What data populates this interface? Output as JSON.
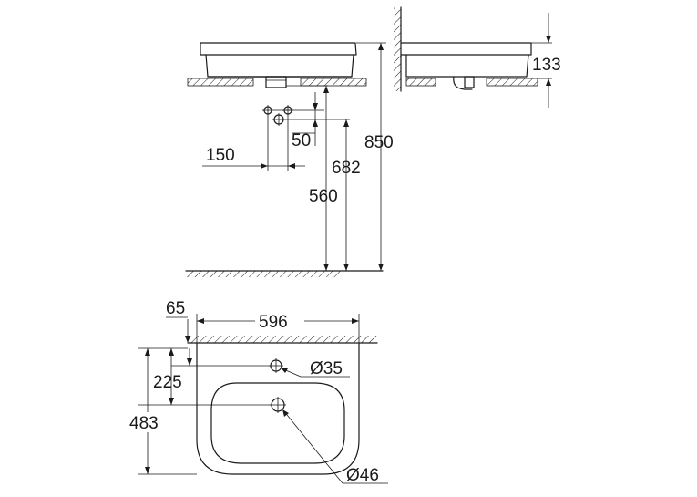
{
  "dimensions": {
    "d150": "150",
    "d50": "50",
    "d682": "682",
    "d560": "560",
    "d850": "850",
    "d133": "133",
    "d65": "65",
    "d596": "596",
    "d225": "225",
    "d483": "483",
    "dia35": "Ø35",
    "dia46": "Ø46"
  }
}
